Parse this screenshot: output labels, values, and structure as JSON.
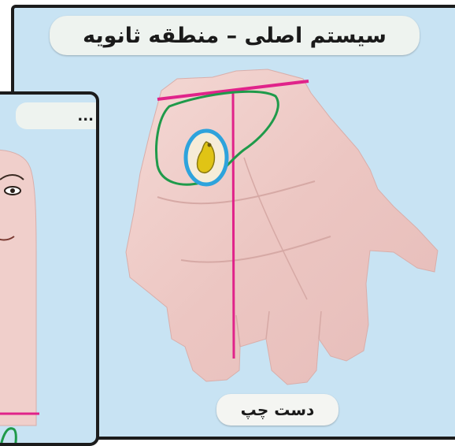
{
  "main_panel": {
    "title": "سیستم اصلی – منطقه ثانویه",
    "hand_label": "دست چپ"
  },
  "inset_panel": {
    "title": "سیستم ..."
  },
  "colors": {
    "background_panel": "#c8e3f3",
    "frame": "#1c1c1c",
    "magenta_line": "#e0238a",
    "green_outline": "#1f9a4a",
    "blue_ring": "#2ea3dc",
    "yellow_marker": "#e0c415",
    "skin": "#f0cfcb"
  }
}
